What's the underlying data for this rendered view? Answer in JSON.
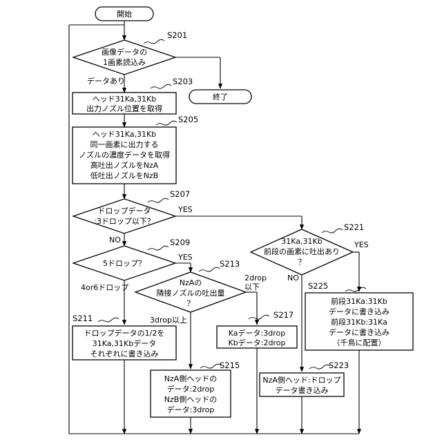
{
  "terminals": {
    "start": "開始",
    "end": "終了"
  },
  "steps": {
    "s201": "S201",
    "s203": "S203",
    "s205": "S205",
    "s207": "S207",
    "s209": "S209",
    "s211": "S211",
    "s213": "S213",
    "s215": "S215",
    "s217": "S217",
    "s221": "S221",
    "s223": "S223",
    "s225": "S225"
  },
  "decisions": {
    "d201": [
      "画像データの",
      "1画素読込み"
    ],
    "d207": [
      "ドロップデータ",
      ":3ドロップ以下？"
    ],
    "d209": [
      "5ドロップ？"
    ],
    "d213": [
      "NzAの",
      "隣接ノズルの吐出量",
      "？"
    ],
    "d221": [
      "31Ka,31Kb",
      "前段の画素に吐出あり",
      "？"
    ]
  },
  "processes": {
    "p203": [
      "ヘッド31Ka,31Kb",
      "出力ノズル位置を取得"
    ],
    "p205": [
      "ヘッド31Ka,31Kb",
      "同一画素に出力する",
      "ノズルの濃度データを取得",
      "高吐出ノズルをNzA",
      "低吐出ノズルをNzB"
    ],
    "p211": [
      "ドロップデータの1/2を",
      "31Ka,31Kbデータ",
      "それぞれに書き込み"
    ],
    "p215": [
      "NzA側ヘッドの",
      "データ:2drop",
      "NzB側ヘッドの",
      "データ:3drop"
    ],
    "p217": [
      "Kaデータ:3drop",
      "Kbデータ:2drop"
    ],
    "p223": [
      "NzA側ヘッド:ドロップ",
      "データ書き込み"
    ],
    "p225": [
      "前段31Ka:31Kb",
      "データに書き込み",
      "前段31Kb:31Ka",
      "データに書き込み",
      "（千鳥に配置）"
    ]
  },
  "branch_labels": {
    "data_present": "データあり",
    "yes_207": "YES",
    "no_207": "NO",
    "yes_209": "YES",
    "no_209": "4or6ドロップ",
    "le_213_a": "2drop",
    "le_213_b": "以下",
    "ge_213": "3drop以上",
    "yes_221": "YES",
    "no_221": "NO"
  }
}
